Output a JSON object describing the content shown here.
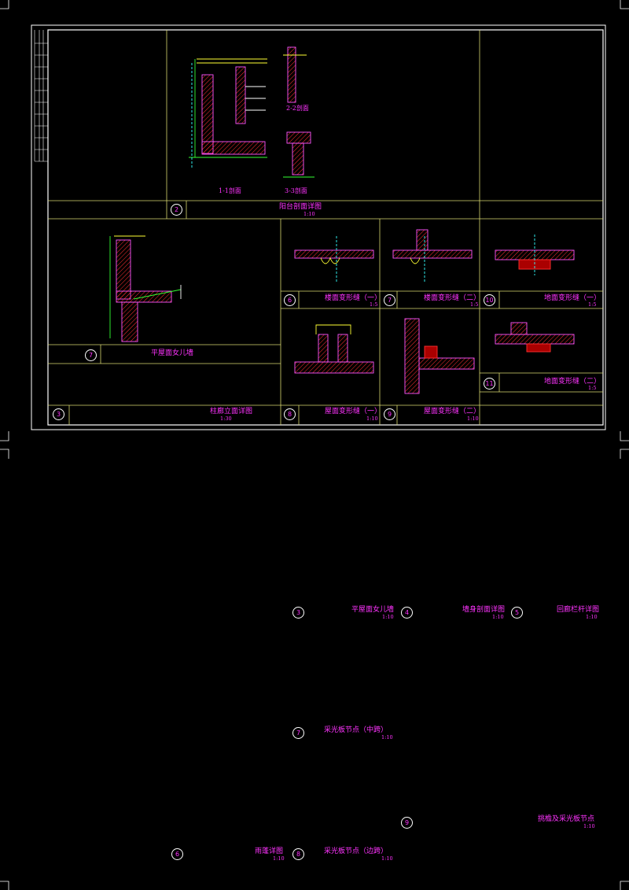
{
  "sheet1": {
    "balcony_title": "阳台剖面详图",
    "balcony_scale": "1:10",
    "balcony_num": "2",
    "sec_2_2": "2-2剖面",
    "sec_1_1": "1-1剖面",
    "sec_3_3": "3-3剖面",
    "parapet_title": "平屋面女儿墙",
    "parapet_num": "7",
    "column_title": "柱廊立面详图",
    "column_scale": "1:30",
    "column_num": "3",
    "floor_joint1_title": "楼面变形缝（一）",
    "floor_joint1_scale": "1:5",
    "floor_joint1_num": "6",
    "floor_joint2_title": "楼面变形缝（二）",
    "floor_joint2_scale": "1:5",
    "floor_joint2_num": "7",
    "ground_joint1_title": "地面变形缝（一）",
    "ground_joint1_scale": "1:5",
    "ground_joint1_num": "10",
    "ground_joint2_title": "地面变形缝（二）",
    "ground_joint2_scale": "1:5",
    "ground_joint2_num": "11",
    "roof_joint1_title": "屋面变形缝（一）",
    "roof_joint1_scale": "1:10",
    "roof_joint1_num": "8",
    "roof_joint2_title": "屋面变形缝（二）",
    "roof_joint2_scale": "1:10",
    "roof_joint2_num": "9"
  },
  "sheet2": {
    "parapet_title": "平屋面女儿墙",
    "parapet_scale": "1:10",
    "parapet_num": "3",
    "wall_title": "墙身剖面详图",
    "wall_scale": "1:10",
    "wall_num": "4",
    "railing_title": "回廊栏杆详图",
    "railing_scale": "1:10",
    "railing_num": "5",
    "skylight_mid_title": "采光板节点（中跨）",
    "skylight_mid_scale": "1:10",
    "skylight_mid_num": "7",
    "skylight_edge_title": "采光板节点（边跨）",
    "skylight_edge_scale": "1:10",
    "skylight_edge_num": "8",
    "gutter_title": "雨蓬详图",
    "gutter_scale": "1:10",
    "gutter_num": "6",
    "eave_title": "挑檐及采光板节点",
    "eave_scale": "1:10",
    "eave_num": "9",
    "blank_num": ""
  },
  "colors": {
    "background": "#000000",
    "frame": "#ffffff",
    "divider": "#d8d870",
    "text": "#ff33ff",
    "hatch": "#ff3030",
    "wall": "#ff55ff",
    "line_green": "#33ff33",
    "line_yellow": "#ffff33",
    "line_cyan": "#33ffff"
  }
}
